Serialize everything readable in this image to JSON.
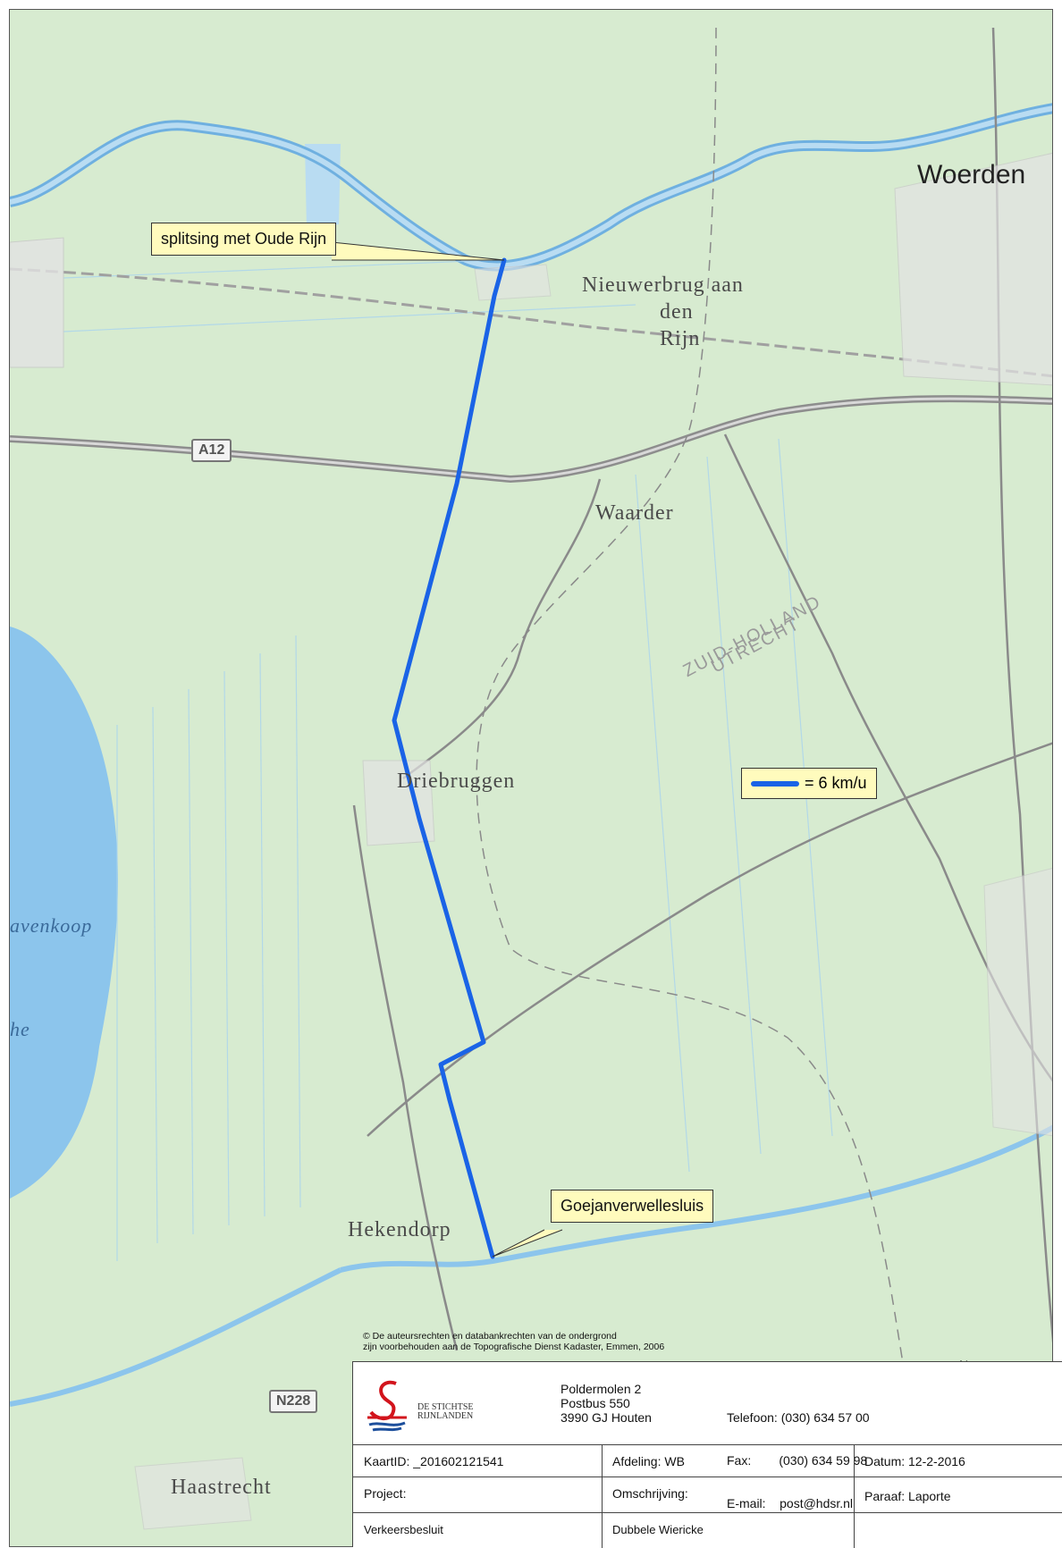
{
  "map": {
    "places": {
      "woerden": "Woerden",
      "nieuwerbrug": [
        "Nieuwerbrug aan",
        "den",
        "Rijn"
      ],
      "waarder": "Waarder",
      "driebruggen": "Driebruggen",
      "hekendorp": "Hekendorp",
      "haastrecht": "Haastrecht",
      "reeuwijk_partial": "avenkoop",
      "lake_partial": "he",
      "province_south": "ZUID-HOLLAND",
      "province_north": "UTRECHT"
    },
    "roads": {
      "a12": "A12",
      "n228": "N228"
    },
    "callouts": {
      "start": "splitsing met Oude Rijn",
      "end": "Goejanverwellesluis"
    },
    "legend": {
      "label": "= 6 km/u",
      "line_color": "#1a63e6"
    },
    "copyright": [
      "© De auteursrechten en databankrechten van de ondergrond",
      "zijn voorbehouden aan de Topografische Dienst Kadaster, Emmen, 2006"
    ],
    "north_label": "N",
    "colors": {
      "land": "#d7ebd0",
      "water": "#8cc5ec",
      "route": "#1a63e6",
      "road": "#9a9a9a"
    }
  },
  "titleblock": {
    "org_lines": [
      "DE STICHTSE",
      "RIJNLANDEN"
    ],
    "address": [
      "Poldermolen 2",
      "Postbus 550",
      "3990 GJ Houten"
    ],
    "contact": [
      "Telefoon: (030) 634 57 00",
      "Fax:        (030) 634 59 98",
      "E-mail:    post@hdsr.nl"
    ],
    "kaartid": "KaartID: _201602121541",
    "afdeling": "Afdeling: WB",
    "datum": "Datum: 12-2-2016",
    "project_label": "Project:",
    "project_value": "Verkeersbesluit",
    "omschrijving_label": "Omschrijving:",
    "omschrijving_value": "Dubbele Wiericke",
    "paraaf": "Paraaf: Laporte"
  }
}
